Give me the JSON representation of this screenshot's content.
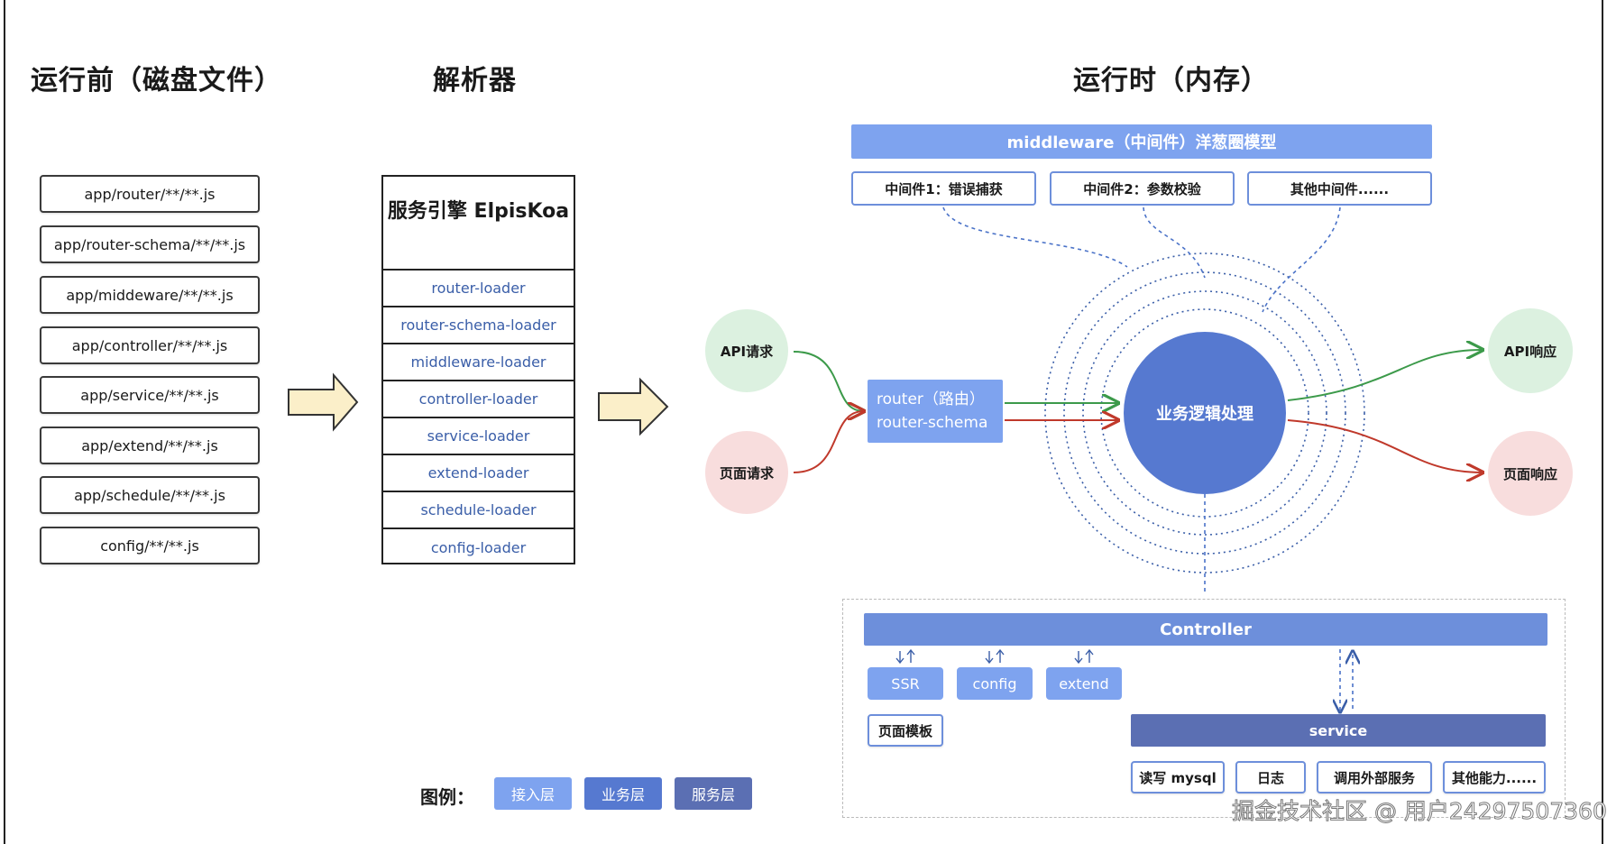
{
  "titles": {
    "before_run": "运行前（磁盘文件）",
    "parser": "解析器",
    "runtime": "运行时（内存）"
  },
  "files": [
    "app/router/**/**.js",
    "app/router-schema/**/**.js",
    "app/middeware/**/**.js",
    "app/controller/**/**.js",
    "app/service/**/**.js",
    "app/extend/**/**.js",
    "app/schedule/**/**.js",
    "config/**/**.js"
  ],
  "parser": {
    "title": "服务引擎 ElpisKoa",
    "loaders": [
      "router-loader",
      "router-schema-loader",
      "middleware-loader",
      "controller-loader",
      "service-loader",
      "extend-loader",
      "schedule-loader",
      "config-loader"
    ]
  },
  "middleware": {
    "title": "middleware（中间件）洋葱圈模型",
    "items": [
      "中间件1：错误捕获",
      "中间件2：参数校验",
      "其他中间件......"
    ]
  },
  "requests": {
    "api": "API请求",
    "page": "页面请求"
  },
  "router": {
    "line1": "router（路由）",
    "line2": "router-schema"
  },
  "core": "业务逻辑处理",
  "responses": {
    "api": "API响应",
    "page": "页面响应"
  },
  "controller": {
    "title": "Controller",
    "items": [
      "SSR",
      "config",
      "extend"
    ],
    "template": "页面模板"
  },
  "service": {
    "title": "service",
    "items": [
      "读写 mysql",
      "日志",
      "调用外部服务",
      "其他能力......"
    ]
  },
  "legend": {
    "title": "图例：",
    "items": [
      {
        "label": "接入层",
        "color": "#7ea3ef"
      },
      {
        "label": "业务层",
        "color": "#5679d0"
      },
      {
        "label": "服务层",
        "color": "#5b6fb3"
      }
    ]
  },
  "watermark": "掘金技术社区 @ 用户24297507360",
  "colors": {
    "green_flow": "#3c9a4a",
    "red_flow": "#c0392b",
    "dotted_ring": "#3a5ea8"
  }
}
